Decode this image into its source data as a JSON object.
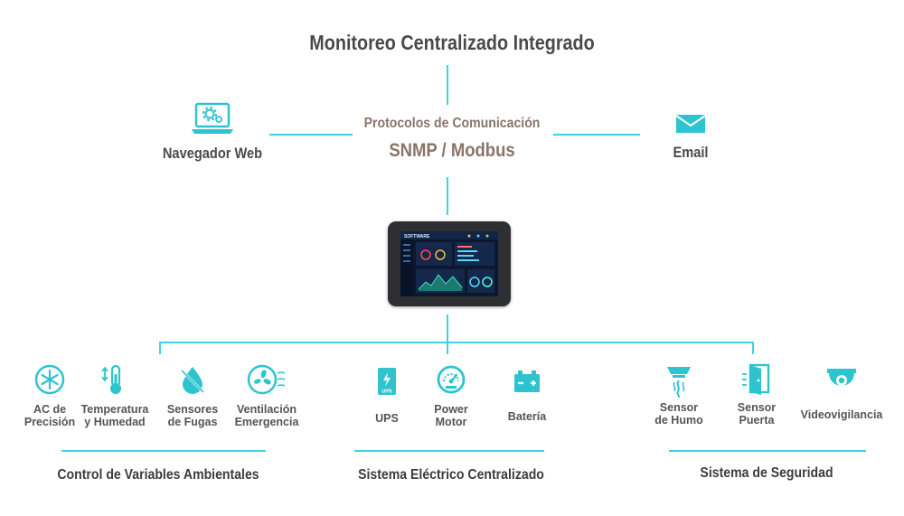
{
  "title": "Monitoreo Centralizado Integrado",
  "protocols": {
    "label": "Protocolos de Comunicación",
    "value": "SNMP / Modbus"
  },
  "top_nodes": {
    "browser": "Navegador Web",
    "email": "Email"
  },
  "device": {
    "brand": "SOFTWARE"
  },
  "groups": [
    {
      "name": "Control de Variables Ambientales",
      "items": [
        {
          "label": "AC de\nPrecisión",
          "icon": "snowflake-icon"
        },
        {
          "label": "Temperatura\ny Humedad",
          "icon": "thermometer-icon"
        },
        {
          "label": "Sensores\nde Fugas",
          "icon": "water-leak-icon"
        },
        {
          "label": "Ventilación\nEmergencia",
          "icon": "fan-icon"
        }
      ]
    },
    {
      "name": "Sistema Eléctrico Centralizado",
      "items": [
        {
          "label": "UPS",
          "icon": "ups-icon"
        },
        {
          "label": "Power\nMotor",
          "icon": "gauge-icon"
        },
        {
          "label": "Batería",
          "icon": "battery-icon"
        }
      ]
    },
    {
      "name": "Sistema de Seguridad",
      "items": [
        {
          "label": "Sensor\nde Humo",
          "icon": "smoke-detector-icon"
        },
        {
          "label": "Sensor\nPuerta",
          "icon": "door-sensor-icon"
        },
        {
          "label": "Videovigilancia",
          "icon": "camera-icon"
        }
      ]
    }
  ],
  "colors": {
    "accent": "#3fd3df",
    "icon": "#2ec4cf",
    "text": "#4a4a4a",
    "protocol_text": "#8a7468"
  }
}
